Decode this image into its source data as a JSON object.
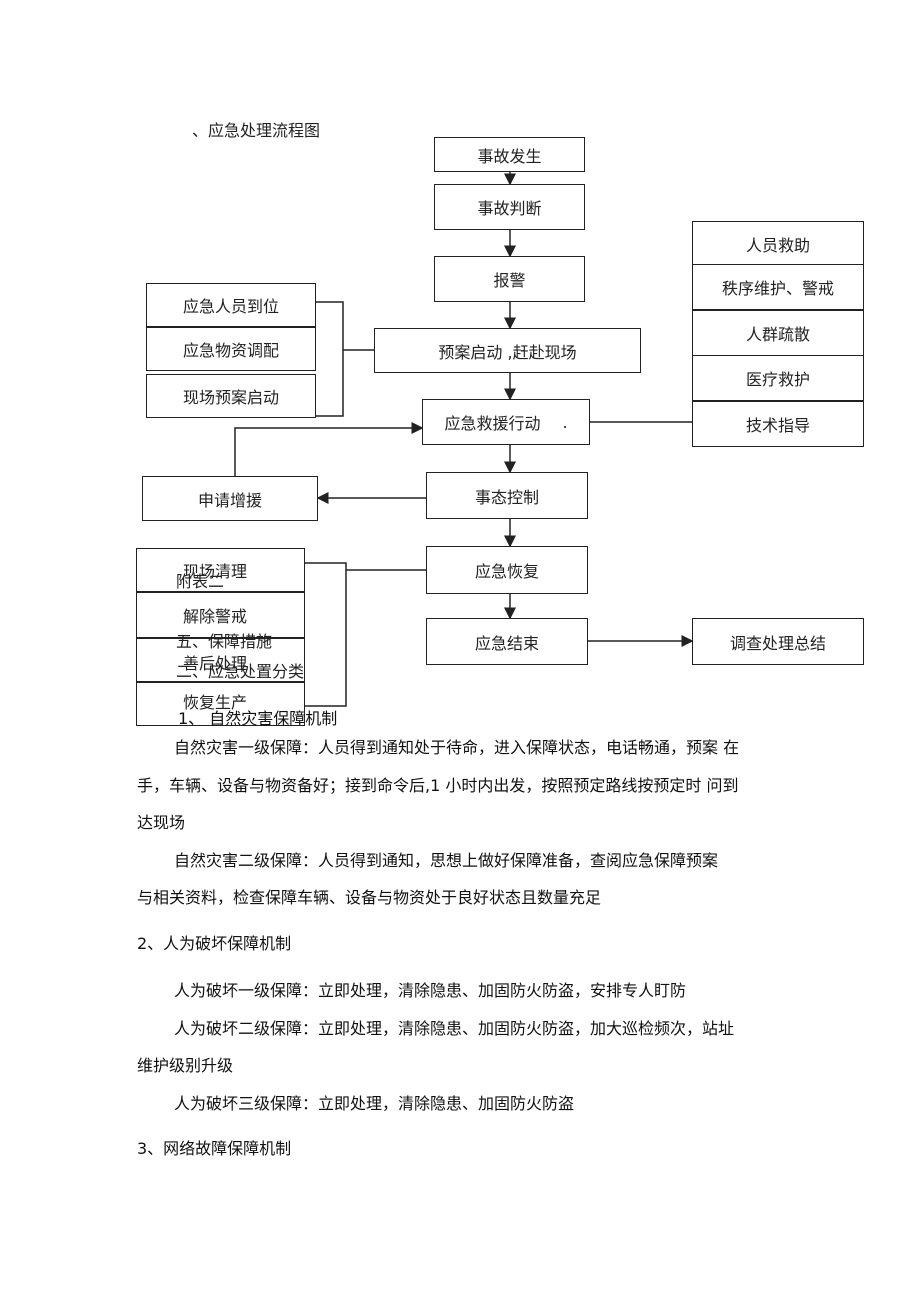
{
  "section_title": "、应急处理流程图",
  "flowchart": {
    "main": [
      "事故发生",
      "事故判断",
      "报警",
      "预案启动 ,赶赴现场",
      "应急救援行动",
      "事态控制",
      "应急恢复",
      "应急结束"
    ],
    "action_dot": ".",
    "left_group": [
      "应急人员到位",
      "应急物资调配",
      "现场预案启动"
    ],
    "right_group": [
      "人员救助",
      "秩序维护、警戒",
      "人群疏散",
      "医疗救护",
      "技术指导"
    ],
    "request": "申请增援",
    "recovery_group": [
      "现场清理",
      "解除警戒",
      "善后处理",
      "恢复生产"
    ],
    "summary": "调查处理总结"
  },
  "overlaps": {
    "appendix": "附表二",
    "section5": "五、保障措施",
    "section2": "二、应急处置分类"
  },
  "sections": [
    {
      "heading": "1、 自然灾害保障机制",
      "paragraphs": [
        [
          "自然灾害一级保障：人员得到通知处于待命，进入保障状态，电话畅通，预案 在",
          "手，车辆、设备与物资备好；接到命令后,1 小时内出发，按照预定路线按预定时  问到",
          "达现场"
        ],
        [
          "自然灾害二级保障：人员得到通知，思想上做好保障准备，查阅应急保障预案",
          "与相关资料，检查保障车辆、设备与物资处于良好状态且数量充足"
        ]
      ]
    },
    {
      "heading": "2、人为破坏保障机制",
      "paragraphs": [
        [
          "人为破坏一级保障：立即处理，清除隐患、加固防火防盗，安排专人盯防"
        ],
        [
          "人为破坏二级保障：立即处理，清除隐患、加固防火防盗，加大巡检频次，站址",
          "维护级别升级"
        ],
        [
          "人为破坏三级保障：立即处理，清除隐患、加固防火防盗"
        ]
      ]
    },
    {
      "heading": "3、网络故障保障机制",
      "paragraphs": []
    }
  ]
}
